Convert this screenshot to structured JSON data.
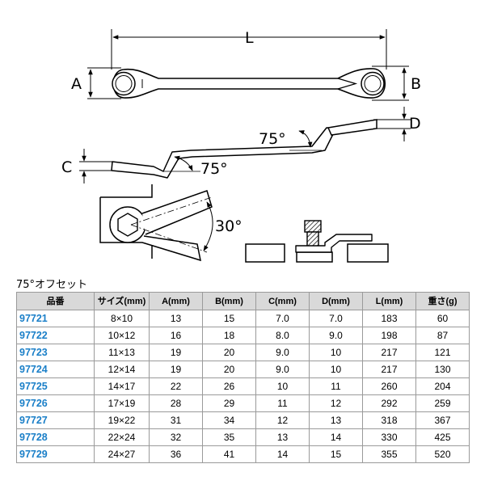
{
  "diagram": {
    "labels": {
      "L": "L",
      "A": "A",
      "B": "B",
      "C": "C",
      "D": "D",
      "angle_upper": "75°",
      "angle_lower": "75°",
      "angle_30": "30°"
    }
  },
  "section_title": "75°オフセット",
  "table": {
    "headers": [
      "品番",
      "サイズ(mm)",
      "A(mm)",
      "B(mm)",
      "C(mm)",
      "D(mm)",
      "L(mm)",
      "重さ(g)"
    ],
    "rows": [
      [
        "97721",
        "8×10",
        "13",
        "15",
        "7.0",
        "7.0",
        "183",
        "60"
      ],
      [
        "97722",
        "10×12",
        "16",
        "18",
        "8.0",
        "9.0",
        "198",
        "87"
      ],
      [
        "97723",
        "11×13",
        "19",
        "20",
        "9.0",
        "10",
        "217",
        "121"
      ],
      [
        "97724",
        "12×14",
        "19",
        "20",
        "9.0",
        "10",
        "217",
        "130"
      ],
      [
        "97725",
        "14×17",
        "22",
        "26",
        "10",
        "11",
        "260",
        "204"
      ],
      [
        "97726",
        "17×19",
        "28",
        "29",
        "11",
        "12",
        "292",
        "259"
      ],
      [
        "97727",
        "19×22",
        "31",
        "34",
        "12",
        "13",
        "318",
        "367"
      ],
      [
        "97728",
        "22×24",
        "32",
        "35",
        "13",
        "14",
        "330",
        "425"
      ],
      [
        "97729",
        "24×27",
        "36",
        "41",
        "14",
        "15",
        "355",
        "520"
      ]
    ]
  },
  "colors": {
    "code_text": "#1a7fc8",
    "header_bg": "#d9d9d9",
    "grid": "#9a9a9a"
  }
}
